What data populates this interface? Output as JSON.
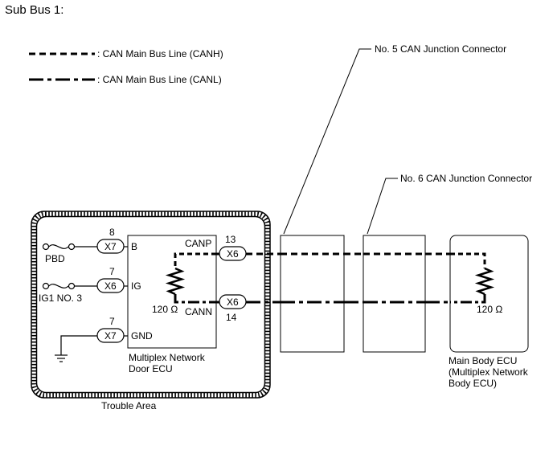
{
  "title": "Sub Bus 1:",
  "legend": {
    "canh_label": ": CAN Main Bus Line (CANH)",
    "canl_label": ": CAN Main Bus Line (CANL)"
  },
  "callouts": {
    "junction5": "No. 5 CAN Junction Connector",
    "junction6": "No. 6 CAN Junction Connector"
  },
  "door_ecu": {
    "name_line1": "Multiplex Network",
    "name_line2": "Door ECU",
    "resistor_label": "120 Ω",
    "pins": {
      "b": {
        "label": "B",
        "connector": "X7",
        "number": "8",
        "source": "PBD"
      },
      "ig": {
        "label": "IG",
        "connector": "X6",
        "number": "7",
        "source": "IG1 NO. 3"
      },
      "gnd": {
        "label": "GND",
        "connector": "X7",
        "number": "7"
      },
      "canp": {
        "label": "CANP",
        "connector": "X6",
        "number": "13"
      },
      "cann": {
        "label": "CANN",
        "connector": "X6",
        "number": "14"
      }
    }
  },
  "main_body_ecu": {
    "resistor_label": "120 Ω",
    "name_line1": "Main Body ECU",
    "name_line2": "(Multiplex Network",
    "name_line3": "Body ECU)"
  },
  "trouble_area_label": "Trouble Area"
}
